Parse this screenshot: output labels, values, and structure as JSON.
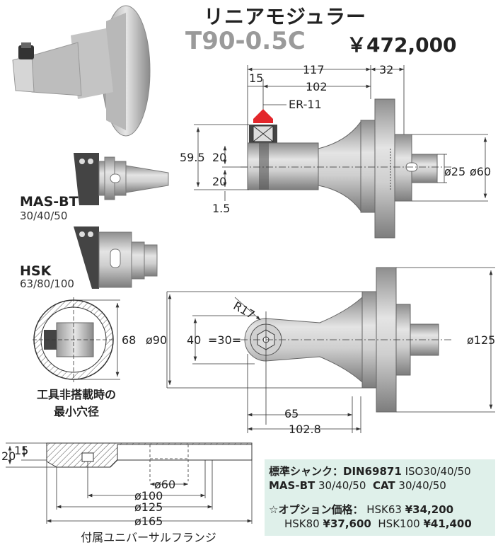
{
  "header": {
    "title": "リニアモジュラー",
    "model": "T90-0.5C",
    "price": "￥472,000"
  },
  "dims": {
    "d117": "117",
    "d32": "32",
    "d15": "15",
    "d102": "102",
    "er11": "ER-11",
    "d59_5": "59.5",
    "d20a": "20",
    "d20b": "20",
    "d1_5": "1.5",
    "phi25": "ø25",
    "phi60": "ø60",
    "r17": "R17",
    "phi90": "ø90",
    "d40": "40",
    "d30": "=30=",
    "phi125r": "ø125",
    "d65": "65",
    "d102_8": "102.8",
    "d68": "68",
    "f20": "20",
    "f15": "15",
    "fphi60": "ø60",
    "fphi100": "ø100",
    "fphi125": "ø125",
    "fphi165": "ø165"
  },
  "labels": {
    "mas_bt": "MAS-BT",
    "mas_bt_sizes": "30/40/50",
    "hsk": "HSK",
    "hsk_sizes": "63/80/100",
    "min_hole_line1": "工具非搭載時の",
    "min_hole_line2": "最小穴径",
    "flange_caption": "付属ユニバーサルフランジ"
  },
  "info": {
    "std_shank_label": "標準シャンク：",
    "din": "DIN69871",
    "iso": "ISO30/40/50",
    "masbt": "MAS-BT",
    "masbt_sizes": "30/40/50",
    "cat": "CAT",
    "cat_sizes": "30/40/50",
    "option_label": "☆オプション価格：",
    "hsk63": "HSK63",
    "hsk63_price": "¥34,200",
    "hsk80": "HSK80",
    "hsk80_price": "¥37,600",
    "hsk100": "HSK100",
    "hsk100_price": "¥41,400"
  },
  "colors": {
    "arrow_red": "#e3262b",
    "info_bg": "#dff0ea",
    "part_gray": "#c9c9c9",
    "hatch": "#555555"
  }
}
